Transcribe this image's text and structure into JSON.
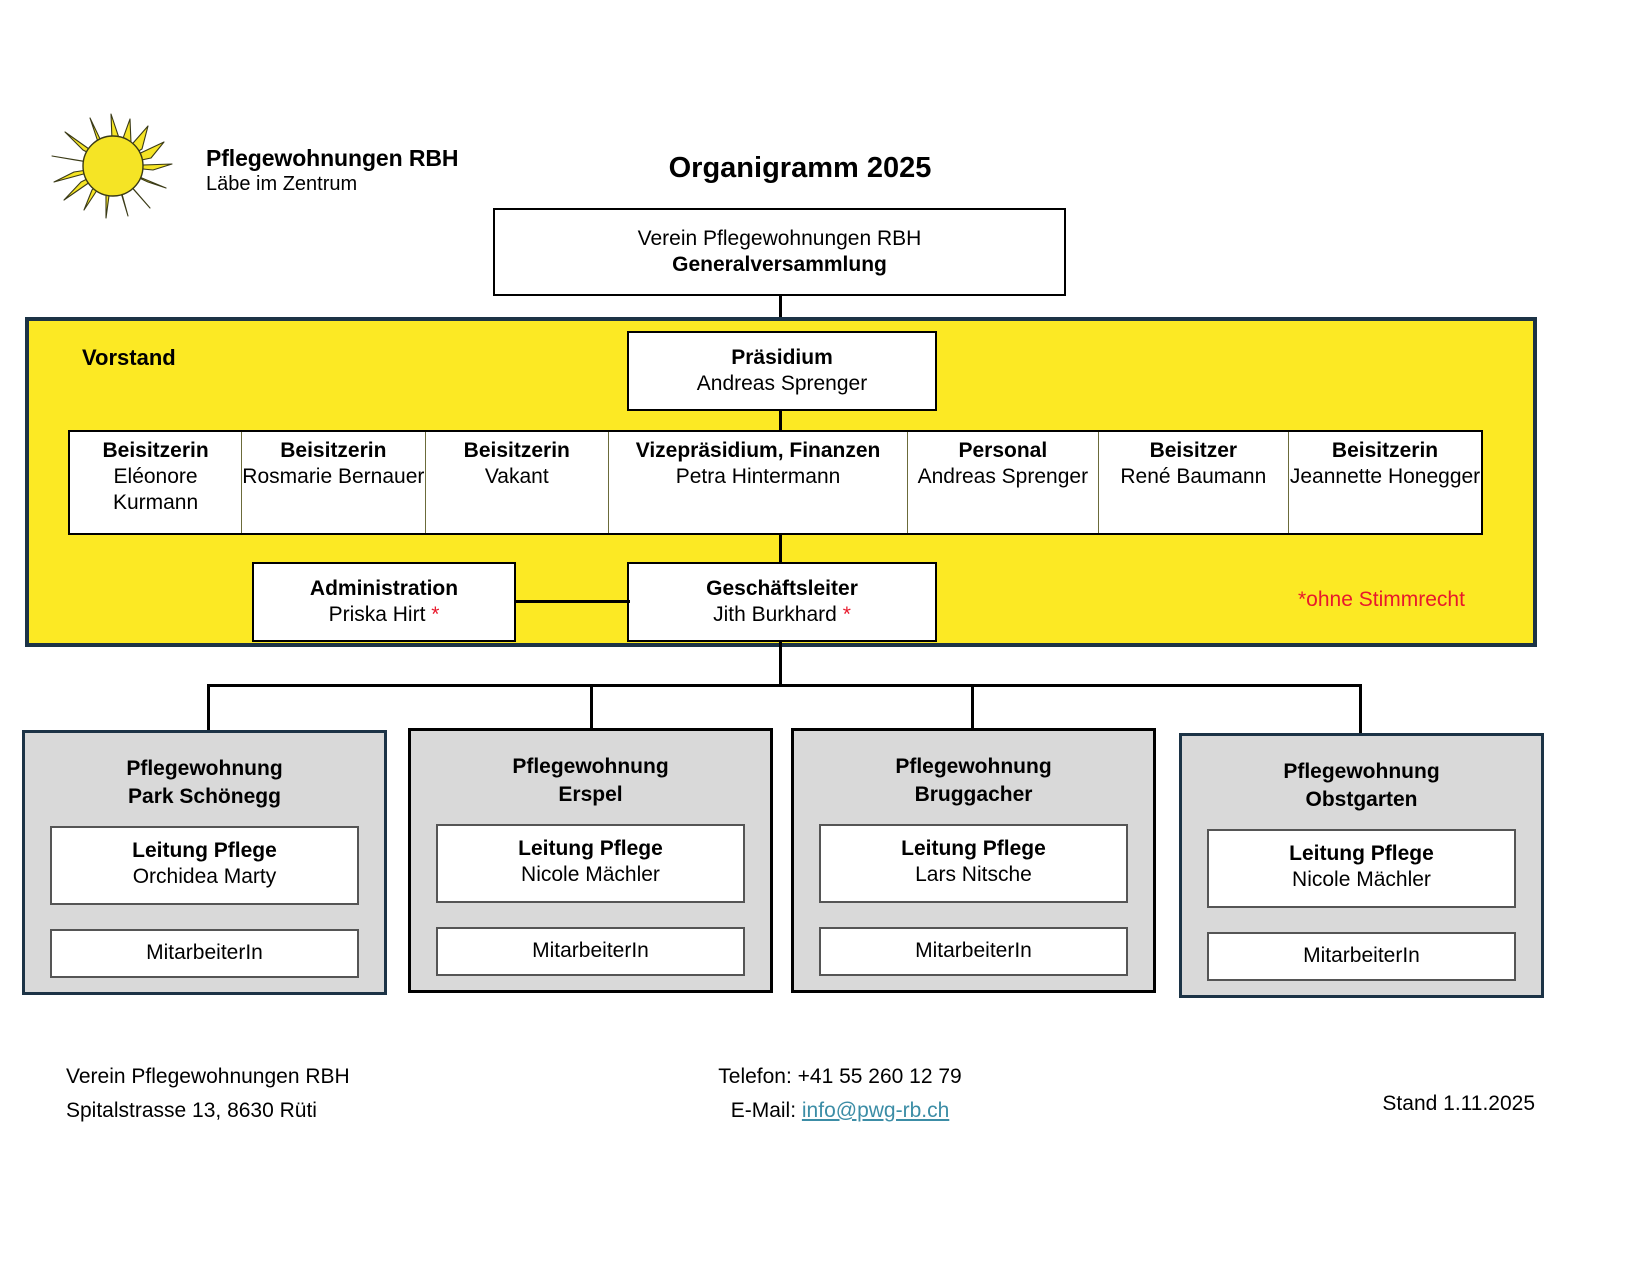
{
  "brand": {
    "logo_icon": "sun-icon",
    "title": "Pflegewohnungen RBH",
    "subtitle": "Läbe im Zentrum"
  },
  "page_title": "Organigramm 2025",
  "colors": {
    "vorstand_yellow": "#FCE924",
    "panel_border_navy": "#1C3346",
    "unit_gray": "#D9D9D9",
    "note_red": "#E8192C",
    "mail_link": "#3C8DA6"
  },
  "top_box": {
    "line1": "Verein Pflegewohnungen RBH",
    "line2": "Generalversammlung"
  },
  "vorstand": {
    "label": "Vorstand",
    "note": "*ohne Stimmrecht",
    "praesidium": {
      "title": "Präsidium",
      "name": "Andreas Sprenger"
    },
    "members": [
      {
        "title": "Beisitzerin",
        "name": "Eléonore Kurmann"
      },
      {
        "title": "Beisitzerin",
        "name": "Rosmarie Bernauer"
      },
      {
        "title": "Beisitzerin",
        "name": "Vakant"
      },
      {
        "title": "Vizepräsidium, Finanzen",
        "name": "Petra Hintermann"
      },
      {
        "title": "Personal",
        "name": "Andreas Sprenger"
      },
      {
        "title": "Beisitzer",
        "name": "René Baumann"
      },
      {
        "title": "Beisitzerin",
        "name": "Jeannette Honegger"
      }
    ],
    "administration": {
      "title": "Administration",
      "name": "Priska Hirt",
      "asterisk": "*"
    },
    "geschaeftsleiter": {
      "title": "Geschäftsleiter",
      "name": "Jith Burkhard",
      "asterisk": "*"
    }
  },
  "units": [
    {
      "head_line1": "Pflegewohnung",
      "head_line2": "Park Schönegg",
      "lead_title": "Leitung Pflege",
      "lead_name": "Orchidea Marty",
      "staff": "MitarbeiterIn"
    },
    {
      "head_line1": "Pflegewohnung",
      "head_line2": "Erspel",
      "lead_title": "Leitung Pflege",
      "lead_name": "Nicole Mächler",
      "staff": "MitarbeiterIn"
    },
    {
      "head_line1": "Pflegewohnung",
      "head_line2": "Bruggacher",
      "lead_title": "Leitung Pflege",
      "lead_name": "Lars Nitsche",
      "staff": "MitarbeiterIn"
    },
    {
      "head_line1": "Pflegewohnung",
      "head_line2": "Obstgarten",
      "lead_title": "Leitung Pflege",
      "lead_name": "Nicole Mächler",
      "staff": "MitarbeiterIn"
    }
  ],
  "footer": {
    "address_line1": "Verein Pflegewohnungen RBH",
    "address_line2": "Spitalstrasse 13, 8630 Rüti",
    "phone": "Telefon: +41 55 260 12 79",
    "email_label": "E-Mail:",
    "email": "info@pwg-rb.ch",
    "status": "Stand 1.11.2025"
  }
}
